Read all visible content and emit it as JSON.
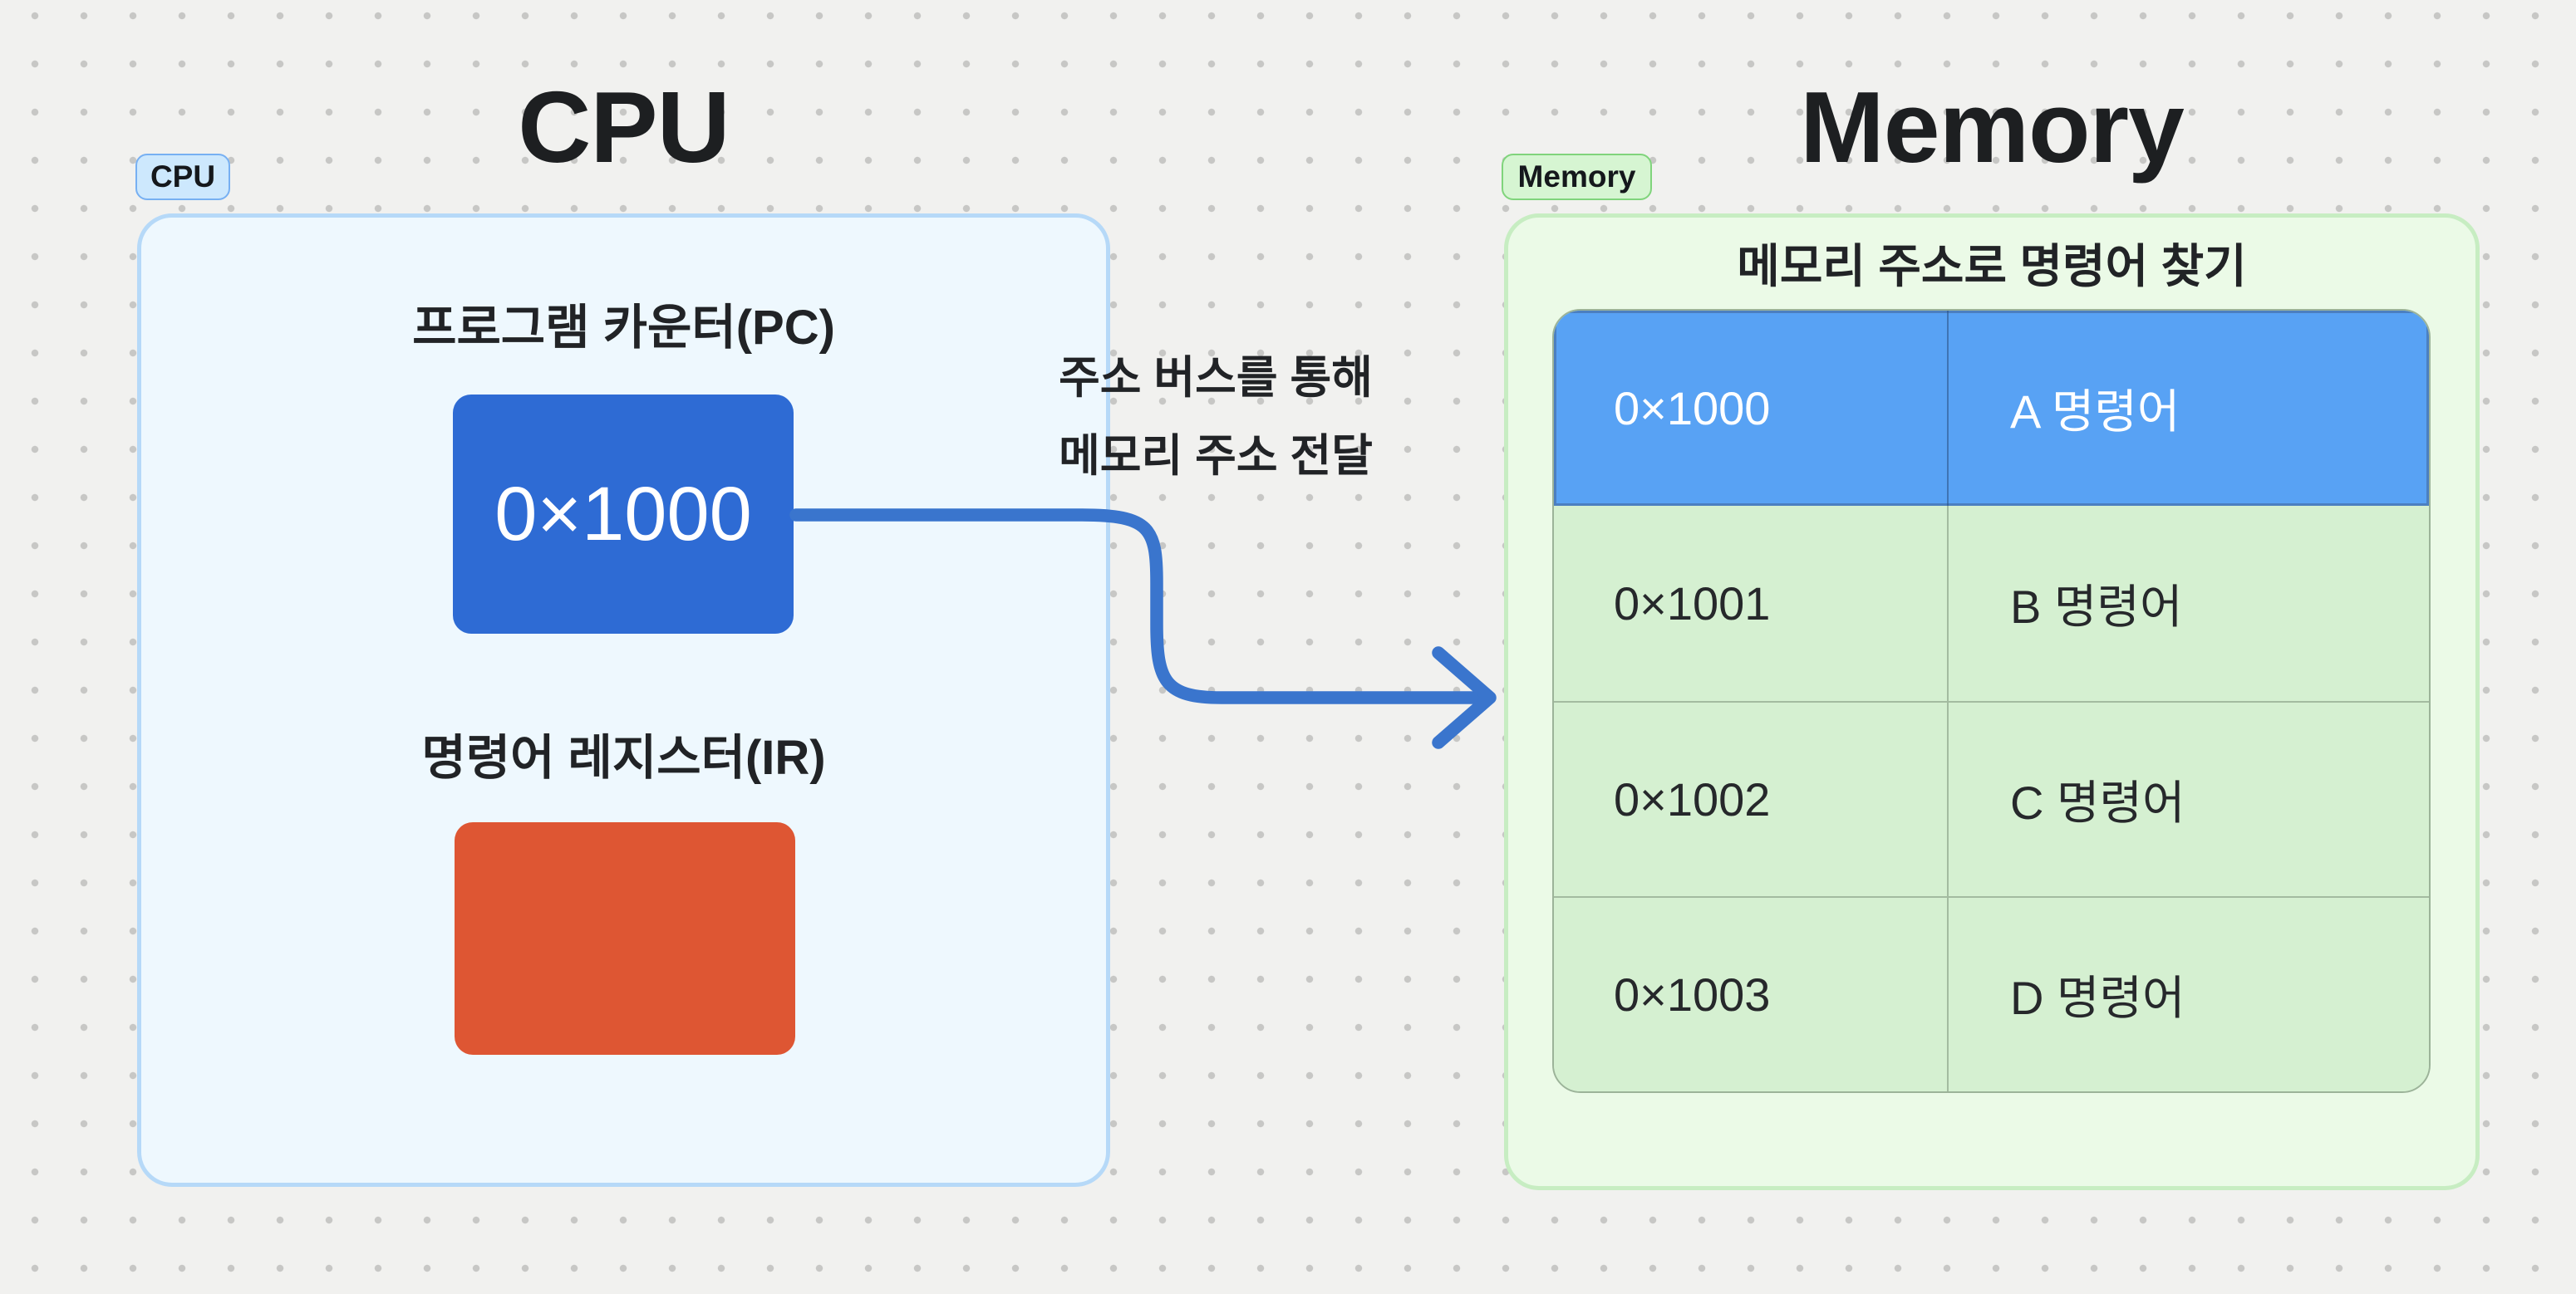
{
  "cpu": {
    "title": "CPU",
    "badge": "CPU",
    "pc_label": "프로그램 카운터(PC)",
    "pc_value": "0×1000",
    "ir_label": "명령어 레지스터(IR)"
  },
  "bus": {
    "line1": "주소 버스를 통해",
    "line2": "메모리 주소 전달"
  },
  "memory": {
    "title": "Memory",
    "badge": "Memory",
    "heading": "메모리 주소로 명령어 찾기",
    "table": {
      "rows": [
        {
          "address": "0×1000",
          "instruction": "A 명령어",
          "highlighted": true
        },
        {
          "address": "0×1001",
          "instruction": "B 명령어",
          "highlighted": false
        },
        {
          "address": "0×1002",
          "instruction": "C 명령어",
          "highlighted": false
        },
        {
          "address": "0×1003",
          "instruction": "D 명령어",
          "highlighted": false
        }
      ]
    }
  },
  "colors": {
    "page_bg": "#f1f1ef",
    "dot": "#c7c7c5",
    "cpu_badge_bg": "#cde8fd",
    "cpu_badge_border": "#77b0f2",
    "cpu_panel_bg": "#eef8fe",
    "cpu_panel_border": "#b6d9f8",
    "pc_blue": "#2e6bd4",
    "ir_orange": "#de5633",
    "arrow_blue": "#3a75cd",
    "mem_badge_bg": "#d6f5d2",
    "mem_badge_border": "#80d47c",
    "mem_panel_bg": "#ebfae7",
    "mem_panel_border": "#c7edc2",
    "row_blue": "#58a2f4",
    "row_blue_border": "#4b7fc0",
    "row_green": "#d5f0d1",
    "grid_line": "#a3bba0",
    "table_border": "#9cb399"
  }
}
